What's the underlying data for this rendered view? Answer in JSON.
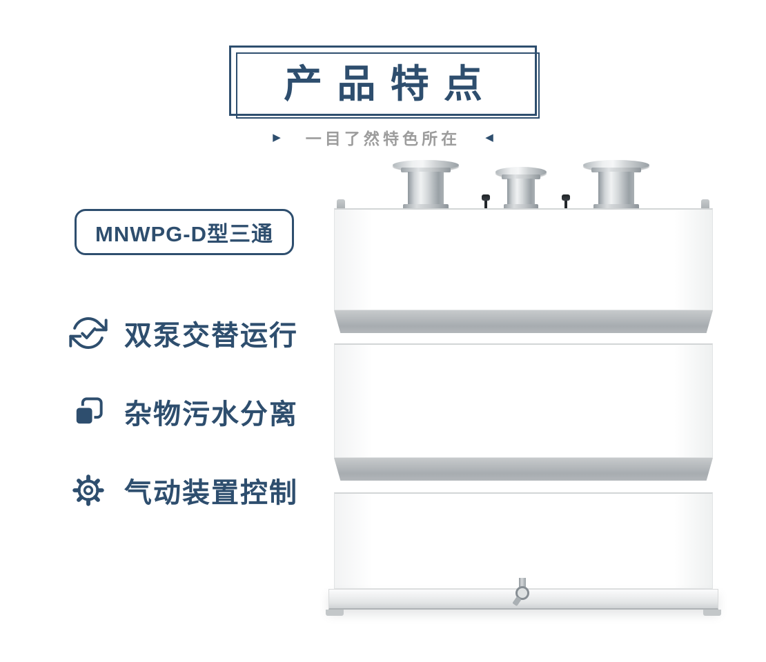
{
  "header": {
    "title": "产品特点",
    "subtitle": "一目了然特色所在",
    "marker_left": "▶",
    "marker_right": "◀"
  },
  "model_badge": {
    "label": "MNWPG-D型三通"
  },
  "features": [
    {
      "icon": "sync-check-icon",
      "label": "双泵交替运行"
    },
    {
      "icon": "copy-icon",
      "label": "杂物污水分离"
    },
    {
      "icon": "gear-icon",
      "label": "气动装置控制"
    }
  ],
  "illustration": {
    "name": "three-way-sewage-lifting-device"
  },
  "colors": {
    "accent": "#2E4E6E",
    "subtitle_gray": "#9C9C9C"
  }
}
